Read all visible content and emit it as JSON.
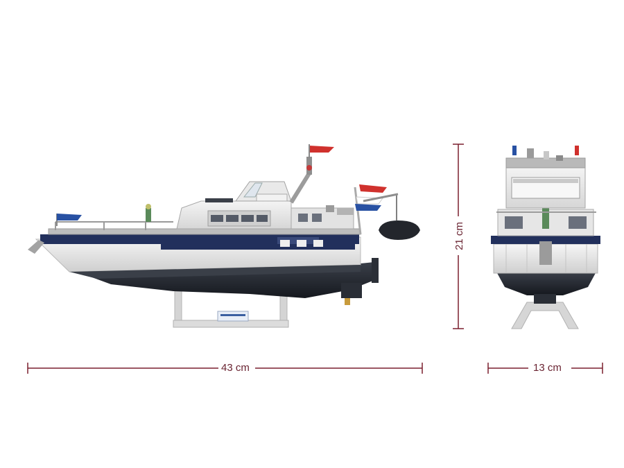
{
  "dimensions": {
    "length_label": "43 cm",
    "height_label": "21 cm",
    "width_label": "13 cm"
  },
  "colors": {
    "dimension_line": "#7a1f2e",
    "dimension_text": "#6a2432",
    "hull_white": "#ececec",
    "hull_dark": "#262a33",
    "stripe_navy": "#22305c",
    "stand": "#d9d9d9",
    "flag_red": "#d0312d",
    "flag_blue": "#2851a3"
  },
  "views": {
    "side": "side-view-boat",
    "front": "front-view-boat"
  }
}
